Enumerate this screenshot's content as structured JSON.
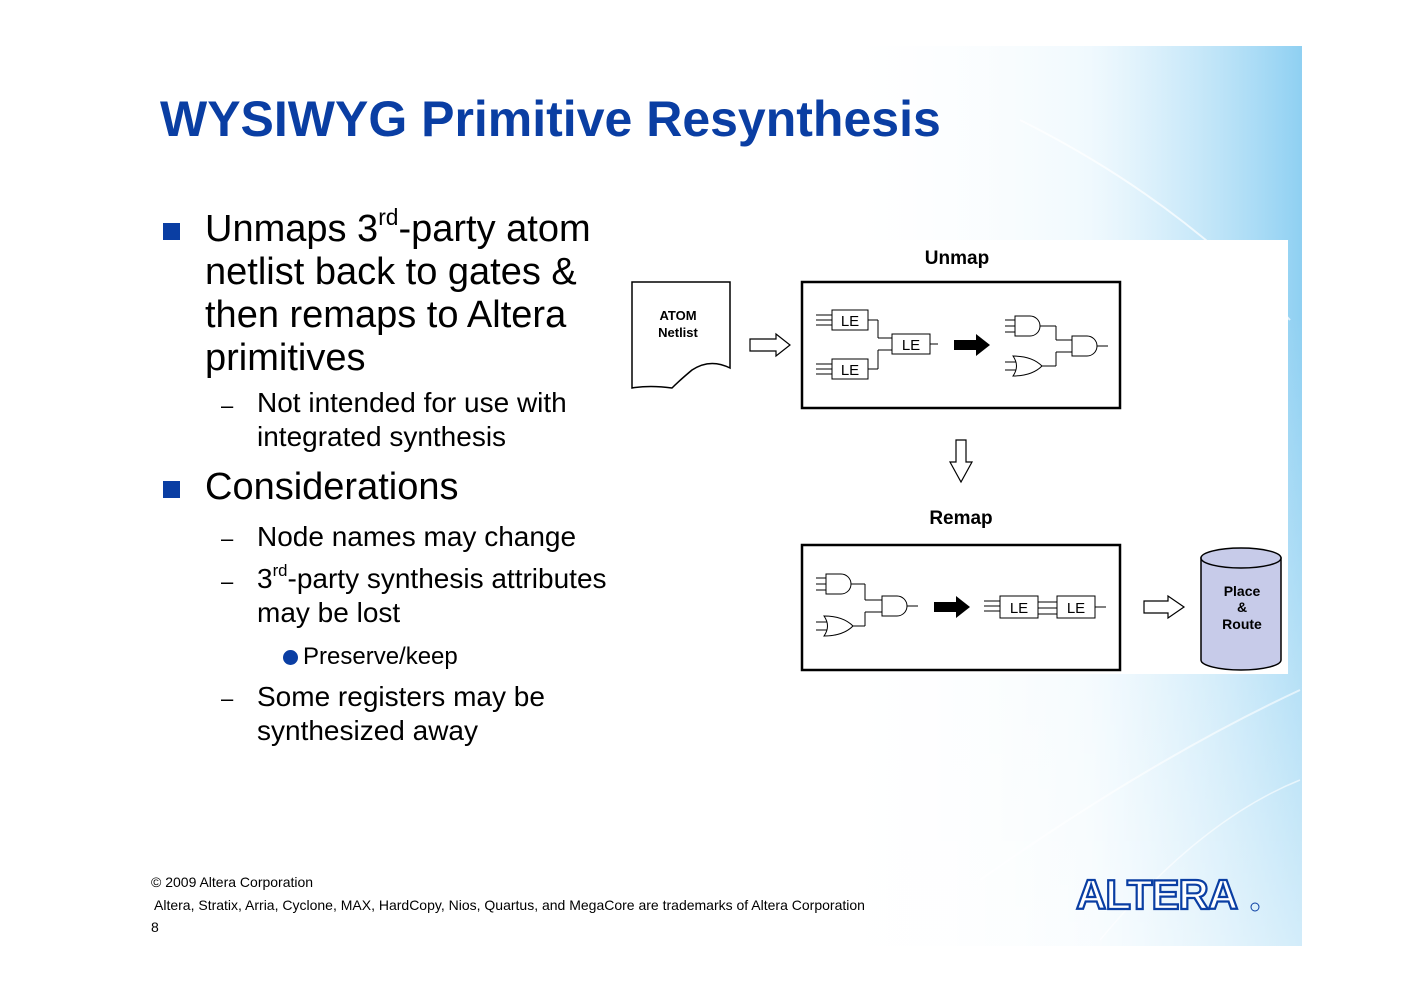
{
  "title": "WYSIWYG Primitive Resynthesis",
  "bullets": {
    "b1_pre": "Unmaps 3",
    "b1_sup": "rd",
    "b1_l1_post": "-party atom",
    "b1_l2": "netlist back to gates &",
    "b1_l3": "then remaps to Altera",
    "b1_l4": "primitives",
    "b1_sub1_l1": "Not intended for use with",
    "b1_sub1_l2": "integrated synthesis",
    "b2": "Considerations",
    "b2_sub1": "Node names may change",
    "b2_sub2_pre": "3",
    "b2_sub2_sup": "rd",
    "b2_sub2_post": "-party synthesis attributes",
    "b2_sub2_l2": "may be lost",
    "b2_sub2_dot": "Preserve/keep",
    "b2_sub3_l1": "Some registers may be",
    "b2_sub3_l2": "synthesized away",
    "dash": "–"
  },
  "diagram": {
    "unmap_label": "Unmap",
    "remap_label": "Remap",
    "atom_l1": "ATOM",
    "atom_l2": "Netlist",
    "le": "LE",
    "place_l1": "Place",
    "place_l2": "&",
    "place_l3": "Route"
  },
  "footer": {
    "copyright": "© 2009 Altera Corporation",
    "trademarks": "Altera, Stratix, Arria, Cyclone, MAX, HardCopy, Nios, Quartus, and MegaCore are trademarks of Altera Corporation",
    "page_number": "8"
  },
  "logo": {
    "text": "ALTERA"
  },
  "colors": {
    "title": "#0a3ea3",
    "bullet": "#0a3ea3",
    "cylinder": "#c7cbe9",
    "bg_blue": "#8fd0f2"
  }
}
